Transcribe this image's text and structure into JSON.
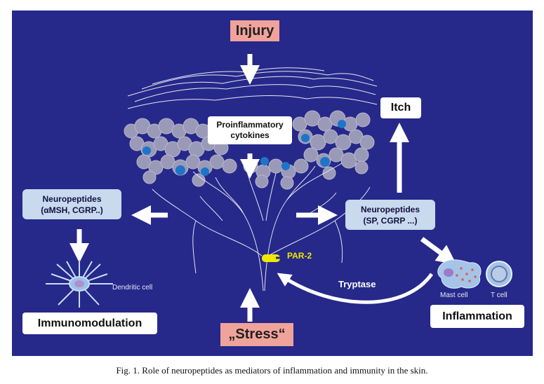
{
  "diagram": {
    "injury": "Injury",
    "stress": "„Stress“",
    "itch": "Itch",
    "proinflammatory": [
      "Proinflammatory",
      "cytokines"
    ],
    "neuropeptides_left": [
      "Neuropeptides",
      "(αMSH, CGRP..)"
    ],
    "neuropeptides_right": [
      "Neuropeptides",
      "(SP, CGRP ...)"
    ],
    "par2": "PAR-2",
    "tryptase": "Tryptase",
    "dendritic_cell": "Dendritic cell",
    "mast_cell": "Mast cell",
    "t_cell": "T cell",
    "immunomodulation": "Immunomodulation",
    "inflammation": "Inflammation"
  },
  "colors": {
    "background": "#26288a",
    "highlight_box": "#f0a39a",
    "neuropeptide_box": "#c9d9ee",
    "par2": "#f2e600"
  },
  "caption": "Fig. 1.  Role of neuropeptides as mediators of inflammation and immunity in the skin."
}
